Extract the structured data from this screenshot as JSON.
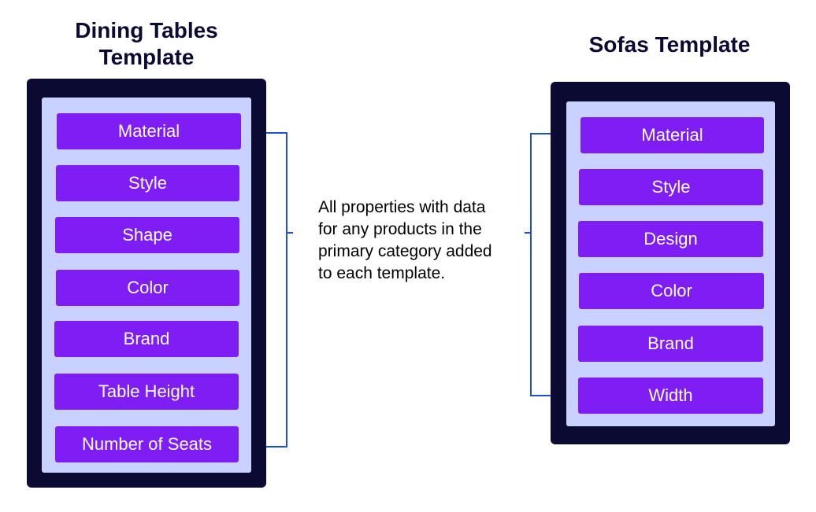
{
  "left_template": {
    "title_line1": "Dining Tables",
    "title_line2": "Template",
    "properties": [
      "Material",
      "Style",
      "Shape",
      "Color",
      "Brand",
      "Table Height",
      "Number of Seats"
    ]
  },
  "right_template": {
    "title": "Sofas Template",
    "properties": [
      "Material",
      "Style",
      "Design",
      "Color",
      "Brand",
      "Width"
    ]
  },
  "note": {
    "line1": "All properties with data",
    "line2": "for any products in the",
    "line3": "primary category added",
    "line4": "to each template."
  },
  "colors": {
    "frame": "#0b0a33",
    "panel": "#c9d2fe",
    "property": "#7e1ef4",
    "connector": "#1f4fd1"
  }
}
